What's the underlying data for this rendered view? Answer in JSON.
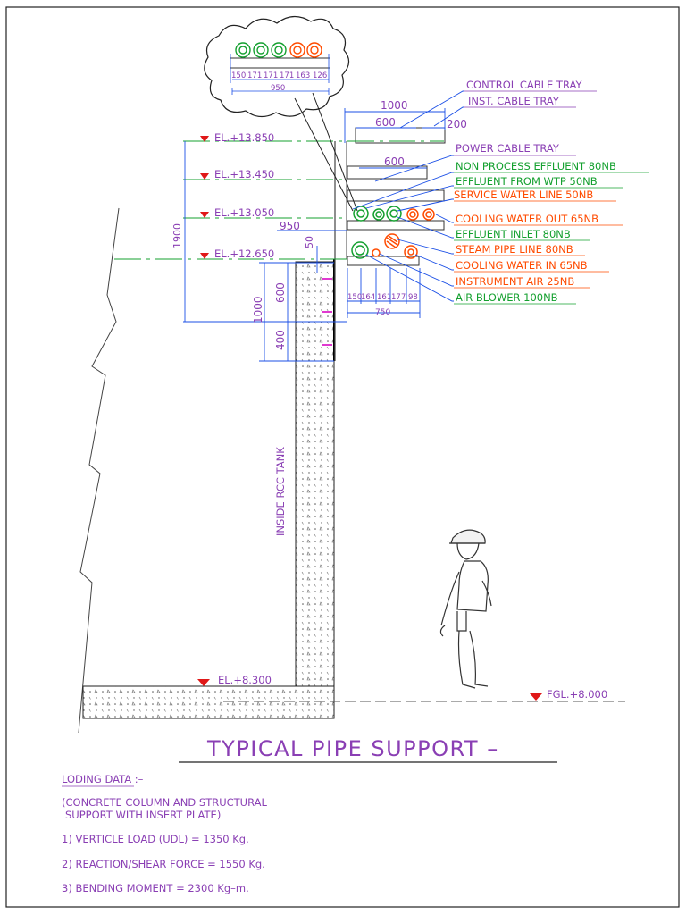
{
  "title": "TYPICAL PIPE SUPPORT –",
  "elevations": {
    "el_13850": "EL.+13.850",
    "el_13450": "EL.+13.450",
    "el_13050": "EL.+13.050",
    "el_12650": "EL.+12.650",
    "el_8300": "EL.+8.300",
    "fgl": "FGL.+8.000"
  },
  "labels": {
    "control_cable_tray": "CONTROL CABLE TRAY",
    "inst_cable_tray": "INST. CABLE TRAY",
    "power_cable_tray": "POWER CABLE TRAY",
    "non_process_effluent": "NON PROCESS EFFLUENT 80NB",
    "effluent_from_wtp": "EFFLUENT FROM WTP 50NB",
    "service_water": "SERVICE WATER LINE 50NB",
    "cooling_water_out": "COOLING WATER OUT 65NB",
    "effluent_inlet": "EFFLUENT INLET 80NB",
    "steam_pipe": "STEAM PIPE LINE 80NB",
    "cooling_water_in": "COOLING WATER IN 65NB",
    "instrument_air": "INSTRUMENT AIR 25NB",
    "air_blower": "AIR BLOWER 100NB",
    "inside_rcc_tank": "INSIDE RCC TANK"
  },
  "dimensions": {
    "d1000_top": "1000",
    "d600_top": "600",
    "d200": "200",
    "d600_power": "600",
    "d950": "950",
    "d1900": "1900",
    "d50": "50",
    "d600_col": "600",
    "d1000_col": "1000",
    "d400_col": "400",
    "d750": "750",
    "bottom_spacings": [
      "150",
      "164",
      "161",
      "177",
      "98"
    ],
    "bubble_spacings": [
      "150",
      "171",
      "171",
      "171",
      "163",
      "126"
    ],
    "bubble_950": "950"
  },
  "loading": {
    "heading": "LODING DATA :–",
    "note_line1": "(CONCRETE COLUMN AND STRUCTURAL",
    "note_line2": "SUPPORT WITH INSERT PLATE)",
    "item1": "1)  VERTICLE LOAD (UDL) = 1350 Kg.",
    "item2": "2) REACTION/SHEAR FORCE = 1550 Kg.",
    "item3": "3) BENDING MOMENT = 2300 Kg–m."
  },
  "colors": {
    "text_purple": "#8a3fb4",
    "water_green": "#14a02f",
    "hot_orange": "#ff4b00",
    "leader_blue": "#1b4fe6",
    "level_red": "#e01818"
  }
}
